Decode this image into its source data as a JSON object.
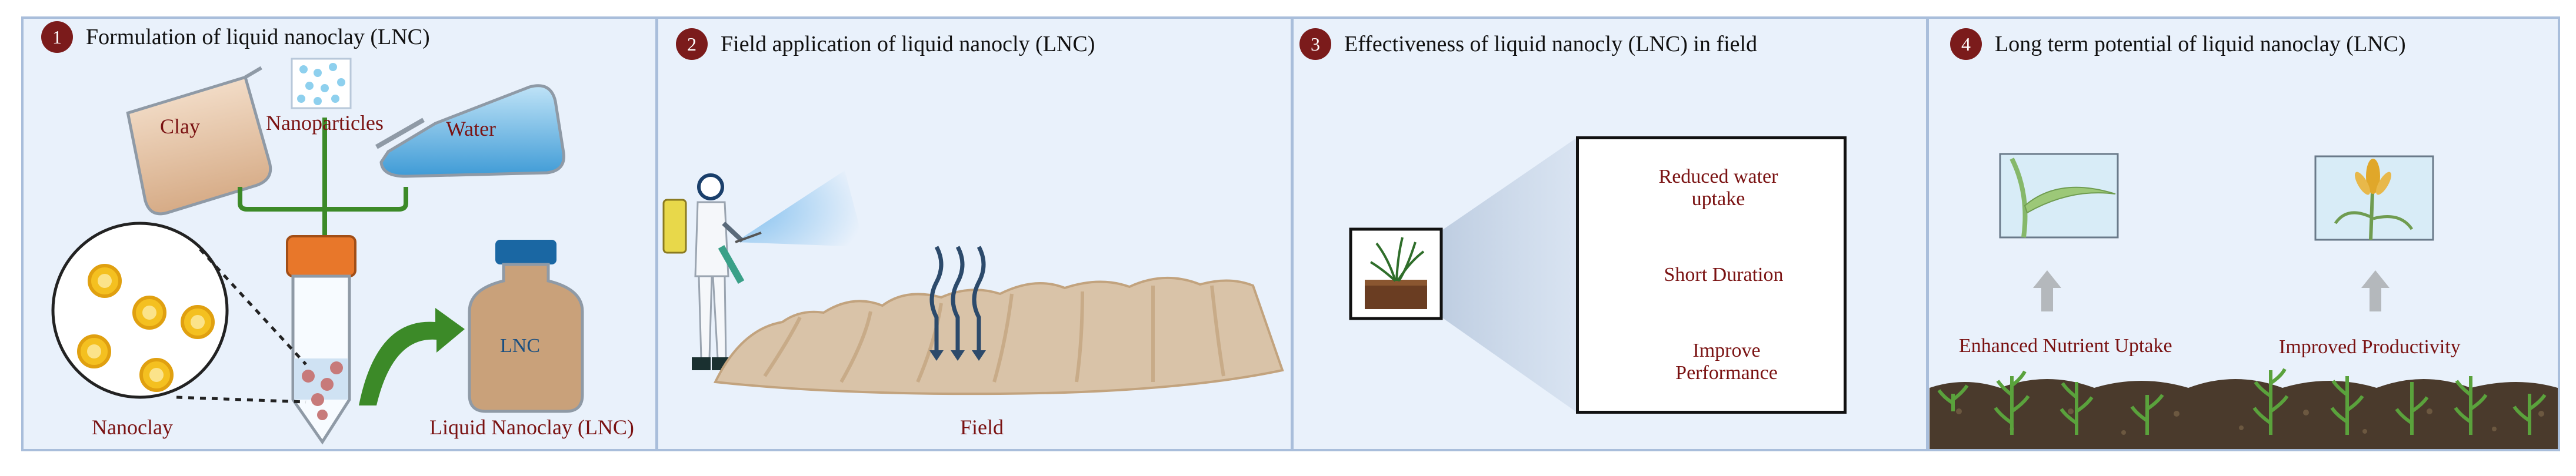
{
  "panels": [
    {
      "number": "1",
      "title": "Formulation of liquid nanoclay (LNC)"
    },
    {
      "number": "2",
      "title": "Field application of liquid nanocly (LNC)"
    },
    {
      "number": "3",
      "title": "Effectiveness of liquid nanocly (LNC) in field"
    },
    {
      "number": "4",
      "title": "Long term potential of liquid nanoclay (LNC)"
    }
  ],
  "formulation": {
    "clay": "Clay",
    "nanoparticles": "Nanoparticles",
    "water": "Water",
    "nanoclay": "Nanoclay",
    "bottle_label": "LNC",
    "liquid_nanoclay": "Liquid Nanoclay (LNC)"
  },
  "application": {
    "field": "Field"
  },
  "effectiveness": {
    "tags": [
      "Reduced water uptake",
      "Short Duration",
      "Improve Performance"
    ]
  },
  "potential": {
    "nutrient": "Enhanced Nutrient Uptake",
    "productivity": "Improved Productivity"
  },
  "colors": {
    "badge": "#7b1b1b",
    "label_text": "#7a1212",
    "panel_bg": "#e9f1fb",
    "border": "#a9bedb",
    "tag_yellow": "#e9c21c",
    "tag_orange": "#f0a23a",
    "soil": "#4a3a2c",
    "plant": "#5aa23c"
  }
}
